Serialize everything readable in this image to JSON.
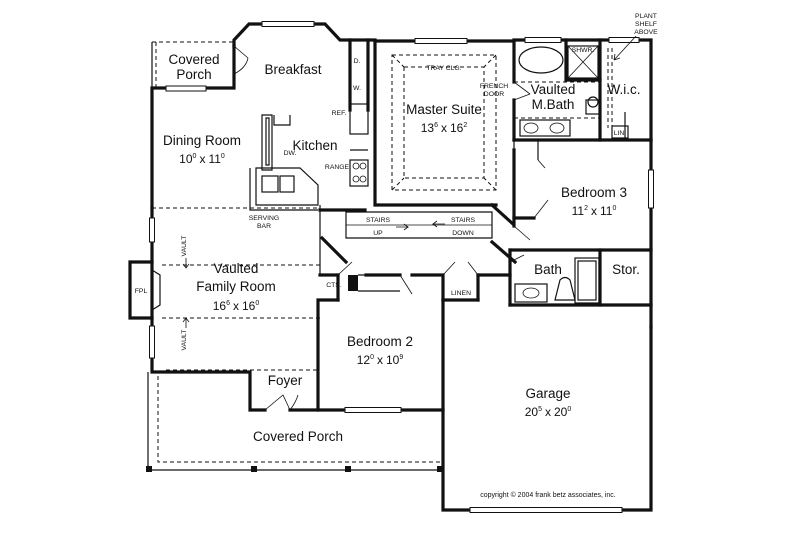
{
  "plan": {
    "rooms": {
      "covered_porch_top": {
        "line1": "Covered",
        "line2": "Porch"
      },
      "breakfast": "Breakfast",
      "dining_room": {
        "name": "Dining Room",
        "w": "10",
        "w_sup": "0",
        "sep": "x",
        "h": "11",
        "h_sup": "0"
      },
      "kitchen": "Kitchen",
      "master_suite": {
        "name": "Master Suite",
        "w": "13",
        "w_sup": "6",
        "sep": "x",
        "h": "16",
        "h_sup": "2"
      },
      "master_bath": {
        "line1": "Vaulted",
        "line2": "M.Bath"
      },
      "wic": "W.i.c.",
      "bedroom3": {
        "name": "Bedroom 3",
        "w": "11",
        "w_sup": "2",
        "sep": "x",
        "h": "11",
        "h_sup": "0"
      },
      "family_room": {
        "line1": "Vaulted",
        "name": "Family Room",
        "w": "16",
        "w_sup": "6",
        "sep": "x",
        "h": "16",
        "h_sup": "0"
      },
      "bath": "Bath",
      "stor": "Stor.",
      "bedroom2": {
        "name": "Bedroom 2",
        "w": "12",
        "w_sup": "0",
        "sep": "x",
        "h": "10",
        "h_sup": "9"
      },
      "foyer": "Foyer",
      "covered_porch_front": "Covered Porch",
      "garage": {
        "name": "Garage",
        "w": "20",
        "w_sup": "5",
        "sep": "x",
        "h": "20",
        "h_sup": "0"
      }
    },
    "notes": {
      "plant_shelf": [
        "PLANT",
        "SHELF",
        "ABOVE"
      ],
      "tray_clg": "TRAY CLG.",
      "french_door": [
        "FRENCH",
        "DOOR"
      ],
      "shwr": "SHWR.",
      "lin_mbath": "LIN",
      "ref": "REF.",
      "dw": "DW.",
      "range": "RANGE",
      "d": "D.",
      "w": "W.",
      "serving_bar": [
        "SERVING",
        "BAR"
      ],
      "stairs_up": [
        "STAIRS",
        "UP"
      ],
      "stairs_down": [
        "STAIRS",
        "DOWN"
      ],
      "vault_top": "VAULT",
      "vault_bottom": "VAULT",
      "fpl": "FPL",
      "cts": "CTS.",
      "linen": "LINEN"
    },
    "copyright": "copyright © 2004 frank betz associates, inc."
  }
}
